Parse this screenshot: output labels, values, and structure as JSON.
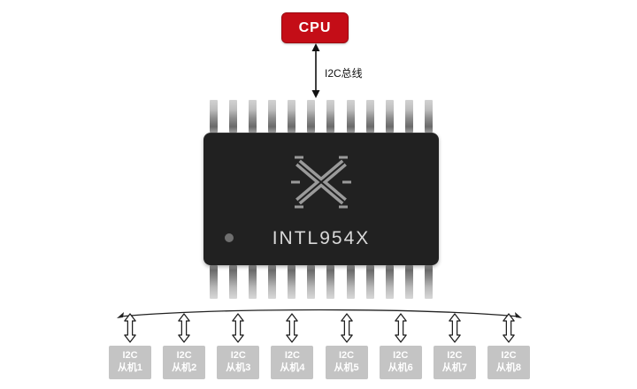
{
  "cpu": {
    "label": "CPU"
  },
  "bus_label": "I2C总线",
  "chip": {
    "label": "INTL954X"
  },
  "slaves": [
    {
      "line1": "I2C",
      "line2": "从机1"
    },
    {
      "line1": "I2C",
      "line2": "从机2"
    },
    {
      "line1": "I2C",
      "line2": "从机3"
    },
    {
      "line1": "I2C",
      "line2": "从机4"
    },
    {
      "line1": "I2C",
      "line2": "从机5"
    },
    {
      "line1": "I2C",
      "line2": "从机6"
    },
    {
      "line1": "I2C",
      "line2": "从机7"
    },
    {
      "line1": "I2C",
      "line2": "从机8"
    }
  ],
  "colors": {
    "cpu_bg": "#c40d17",
    "chip_bg": "#212121",
    "slave_bg": "#c4c4c4"
  }
}
